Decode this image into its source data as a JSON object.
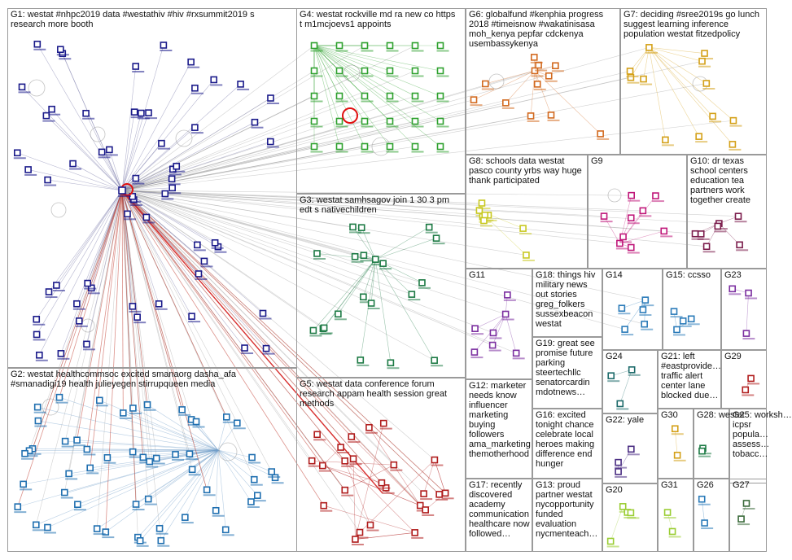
{
  "graph": {
    "groups": [
      {
        "id": "G1",
        "lines": [
          "G1: westat #nhpc2019 data #westathiv #hiv #rxsummit2019 s",
          "research more booth"
        ],
        "color": "#1a1a8a",
        "nodes": 60
      },
      {
        "id": "G2",
        "lines": [
          "G2: westat healthcommsoc excited smanaorg dasha_afa",
          "#smanadigi19 health julieyegen stirrupqueen media"
        ],
        "color": "#1f6fb0",
        "nodes": 52
      },
      {
        "id": "G3",
        "lines": [
          "G3: westat samhsagov join 1 30 3 pm",
          "edt s nativechildren"
        ],
        "color": "#1c7a44",
        "nodes": 20
      },
      {
        "id": "G4",
        "lines": [
          "G4: westat rockville md ra new co https",
          "t m1mcjoevs1 appoints"
        ],
        "color": "#2ea12e",
        "nodes": 30
      },
      {
        "id": "G5",
        "lines": [
          "G5: westat data conference forum",
          "research appam health session great",
          "methods"
        ],
        "color": "#b01c1c",
        "nodes": 24
      },
      {
        "id": "G6",
        "lines": [
          "G6: globalfund #kenphia progress",
          "2018 #timeisnow #wakatinisasa",
          "moh_kenya pepfar cdckenya",
          "usembassykenya"
        ],
        "color": "#d2691e",
        "nodes": 12
      },
      {
        "id": "G7",
        "lines": [
          "G7: deciding #sree2019s go lunch",
          "suggest learning inference",
          "population westat fitzedpolicy"
        ],
        "color": "#d4a017",
        "nodes": 12
      },
      {
        "id": "G8",
        "lines": [
          "G8: schools data westat",
          "pasco county yrbs way huge",
          "thank participated"
        ],
        "color": "#c8c820",
        "nodes": 8
      },
      {
        "id": "G9",
        "lines": [
          "G9"
        ],
        "color": "#c0187a",
        "nodes": 9
      },
      {
        "id": "G10",
        "lines": [
          "G10: dr texas",
          "school centers",
          "education tea",
          "partners work",
          "together create"
        ],
        "color": "#7a1a4a",
        "nodes": 7
      },
      {
        "id": "G11",
        "lines": [
          "G11"
        ],
        "color": "#7b2ea0",
        "nodes": 7
      },
      {
        "id": "G12",
        "lines": [
          "G12: marketer",
          "needs know",
          "influencer",
          "marketing",
          "buying",
          "followers",
          "ama_marketing",
          "themotherhood"
        ],
        "color": "#333",
        "nodes": 0
      },
      {
        "id": "G13",
        "lines": [
          "G13: proud",
          "partner westat",
          "nycopportunity",
          "funded",
          "evaluation",
          "nycmenteach…"
        ],
        "color": "#333",
        "nodes": 0
      },
      {
        "id": "G14",
        "lines": [
          "G14"
        ],
        "color": "#2b7bb9",
        "nodes": 5
      },
      {
        "id": "G15",
        "lines": [
          "G15: ccsso"
        ],
        "color": "#2b7bb9",
        "nodes": 4
      },
      {
        "id": "G16",
        "lines": [
          "G16: excited",
          "tonight chance",
          "celebrate local",
          "heroes making",
          "difference end",
          "hunger"
        ],
        "color": "#333",
        "nodes": 0
      },
      {
        "id": "G17",
        "lines": [
          "G17: recently",
          "discovered",
          "academy",
          "communication",
          "healthcare now",
          "followed…"
        ],
        "color": "#333",
        "nodes": 0
      },
      {
        "id": "G18",
        "lines": [
          "G18: things hiv",
          "military news",
          "out stories",
          "greg_folkers",
          "sussexbeacon",
          "westat"
        ],
        "color": "#333",
        "nodes": 0
      },
      {
        "id": "G19",
        "lines": [
          "G19: great see",
          "promise future",
          "parking",
          "steertechllc",
          "senatorcardin",
          "mdotnews…"
        ],
        "color": "#333",
        "nodes": 0
      },
      {
        "id": "G20",
        "lines": [
          "G20"
        ],
        "color": "#9acd32",
        "nodes": 4
      },
      {
        "id": "G21",
        "lines": [
          "G21: left",
          "#eastprovide…",
          "traffic alert",
          "center lane",
          "blocked due…"
        ],
        "color": "#333",
        "nodes": 0
      },
      {
        "id": "G22",
        "lines": [
          "G22: yale"
        ],
        "color": "#4b2e83",
        "nodes": 3
      },
      {
        "id": "G23",
        "lines": [
          "G23"
        ],
        "color": "#7b2ea0",
        "nodes": 3
      },
      {
        "id": "G24",
        "lines": [
          "G24"
        ],
        "color": "#1c6a6a",
        "nodes": 3
      },
      {
        "id": "G25",
        "lines": [
          "G25: worksh…",
          "icpsr",
          "popula…",
          "assess…",
          "tobacc…"
        ],
        "color": "#333",
        "nodes": 0
      },
      {
        "id": "G26",
        "lines": [
          "G26"
        ],
        "color": "#2b7bb9",
        "nodes": 2
      },
      {
        "id": "G27",
        "lines": [
          "G27"
        ],
        "color": "#3a6a3a",
        "nodes": 2
      },
      {
        "id": "G28",
        "lines": [
          "G28: westat"
        ],
        "color": "#1c7a44",
        "nodes": 2
      },
      {
        "id": "G29",
        "lines": [
          "G29"
        ],
        "color": "#b01c1c",
        "nodes": 2
      },
      {
        "id": "G30",
        "lines": [
          "G30"
        ],
        "color": "#d4a017",
        "nodes": 2
      },
      {
        "id": "G31",
        "lines": [
          "G31"
        ],
        "color": "#9acd32",
        "nodes": 2
      }
    ]
  }
}
